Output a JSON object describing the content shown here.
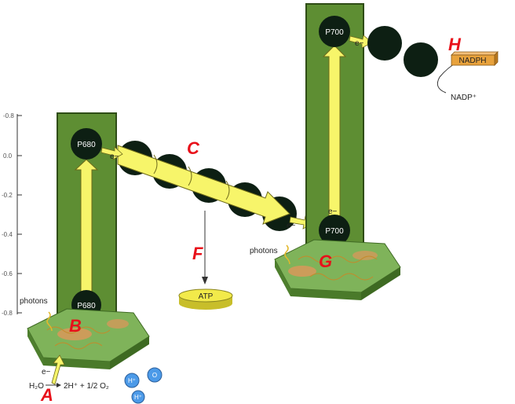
{
  "axis": {
    "ticks": [
      "-0.8",
      "0.0",
      "-0.2",
      "-0.4",
      "-0.6",
      "-0.8"
    ]
  },
  "photosystem_ii": {
    "top_label": "P680",
    "bottom_label": "P680",
    "electron_label": "e−",
    "photons_label": "photons"
  },
  "photosystem_i": {
    "top_label": "P700",
    "bottom_label": "P700",
    "electron_top": "e−",
    "electron_mid": "e−",
    "photons_label": "photons"
  },
  "chain_electron_label": "e−",
  "chain2_electron_label": "e−",
  "atp_label": "ATP",
  "nadph_label": "NADPH",
  "nadp_label": "NADP⁺",
  "water": {
    "electron": "e−",
    "h2o": "H₂O",
    "equation": "2H⁺ + 1/2 O₂"
  },
  "ions": {
    "h_plus_1": "H⁺",
    "o": "O",
    "h_plus_2": "H⁺"
  },
  "letters": {
    "A": "A",
    "B": "B",
    "C": "C",
    "F": "F",
    "G": "G",
    "H": "H"
  },
  "colors": {
    "column": "#5e8e33",
    "column_edge": "#2f4d16",
    "carrier": "#0d1f13",
    "arrow": "#f7f56a",
    "arrow_edge": "#6e6a1a",
    "label_red": "#e8101a",
    "nadph_box": "#e8a23c",
    "atp_disk": "#f2ea4a",
    "ion": "#4c9ae8"
  }
}
